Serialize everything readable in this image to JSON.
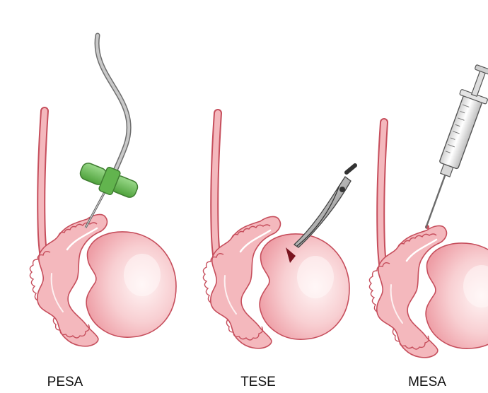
{
  "labels": {
    "pesa": "PESA",
    "tese": "TESE",
    "mesa": "MESA"
  },
  "colors": {
    "background": "#ffffff",
    "tissue_fill": "#f4b8bd",
    "tissue_stroke": "#c64e5c",
    "testis_fill": "#f8c9cc",
    "testis_highlight": "#fff3f3",
    "needle_hub": "#6fc15a",
    "tubing": "#a9a9a9",
    "metal": "#8f8f8f",
    "syringe_barrel": "#f2f2f2"
  },
  "icons": [
    "butterfly-needle-icon",
    "scissors-icon",
    "syringe-icon"
  ]
}
